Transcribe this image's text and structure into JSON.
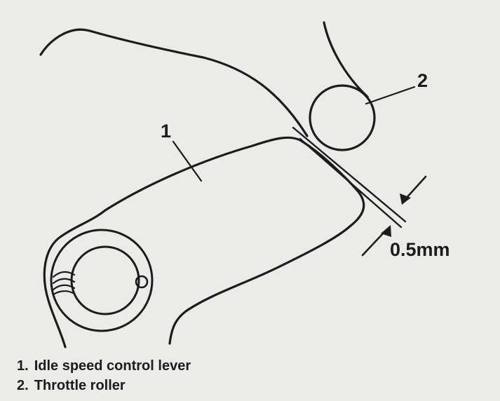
{
  "diagram": {
    "callouts": {
      "lever_number": "1",
      "roller_number": "2"
    },
    "clearance_label": "0.5mm"
  },
  "legend": {
    "items": [
      {
        "number": "1.",
        "label": "Idle speed control lever"
      },
      {
        "number": "2.",
        "label": "Throttle roller"
      }
    ]
  }
}
